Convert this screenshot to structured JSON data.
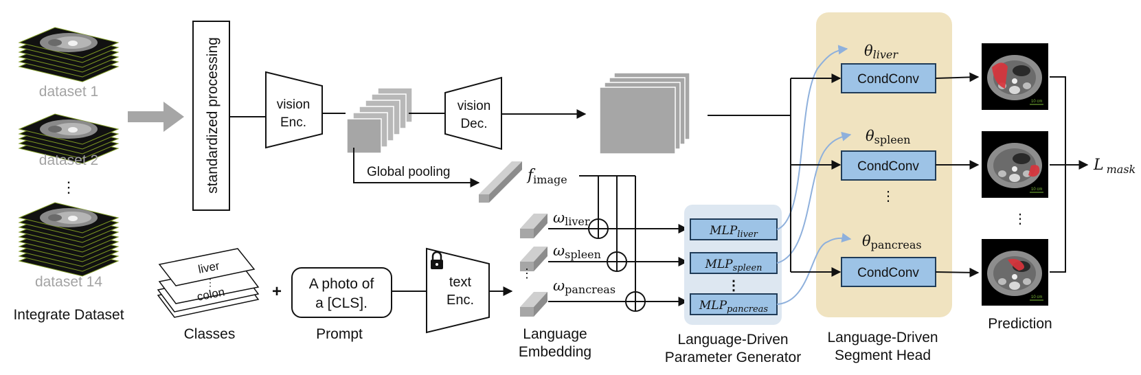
{
  "datasets": {
    "items": [
      "dataset 1",
      "dataset 2",
      "dataset 14"
    ],
    "ellipsis": "⋮",
    "caption": "Integrate Dataset"
  },
  "standardized": "standardized processing",
  "vision_enc": [
    "vision",
    "Enc."
  ],
  "vision_dec": [
    "vision",
    "Dec."
  ],
  "global_pooling": "Global pooling",
  "f_image": {
    "main": "f",
    "sub": "image"
  },
  "classes": {
    "top": "liver",
    "middle": "colon",
    "caption": "Classes"
  },
  "plus": "+",
  "prompt": {
    "line1": "A photo of",
    "line2": "a [CLS].",
    "caption": "Prompt"
  },
  "text_enc": [
    "text",
    "Enc."
  ],
  "lang_embedding": [
    "Language",
    "Embedding"
  ],
  "omegas": [
    {
      "main": "ω",
      "sub": "liver"
    },
    {
      "main": "ω",
      "sub": "spleen"
    },
    {
      "main": "ω",
      "sub": "pancreas"
    }
  ],
  "mlps": [
    {
      "main": "MLP",
      "sub": "liver"
    },
    {
      "main": "MLP",
      "sub": "spleen"
    },
    {
      "main": "MLP",
      "sub": "pancreas"
    }
  ],
  "param_gen": [
    "Language-Driven",
    "Parameter Generator"
  ],
  "thetas": [
    {
      "main": "θ",
      "sub": "liver"
    },
    {
      "main": "θ",
      "sub": "spleen"
    },
    {
      "main": "θ",
      "sub": "pancreas"
    }
  ],
  "condconv": "CondConv",
  "seg_head": [
    "Language-Driven",
    "Segment Head"
  ],
  "prediction": "Prediction",
  "scan_scale": "10 cm",
  "loss": {
    "main": "L",
    "sub": "mask"
  },
  "colors": {
    "box_fill": "#9dc3e6",
    "box_stroke": "#1f3b57",
    "param_panel": "#dde7f1",
    "seg_panel": "#f0e3c0",
    "arrow_blue": "#8eb0dc",
    "gray_shape": "#a6a6a6",
    "organ_red": "#d8343c"
  }
}
